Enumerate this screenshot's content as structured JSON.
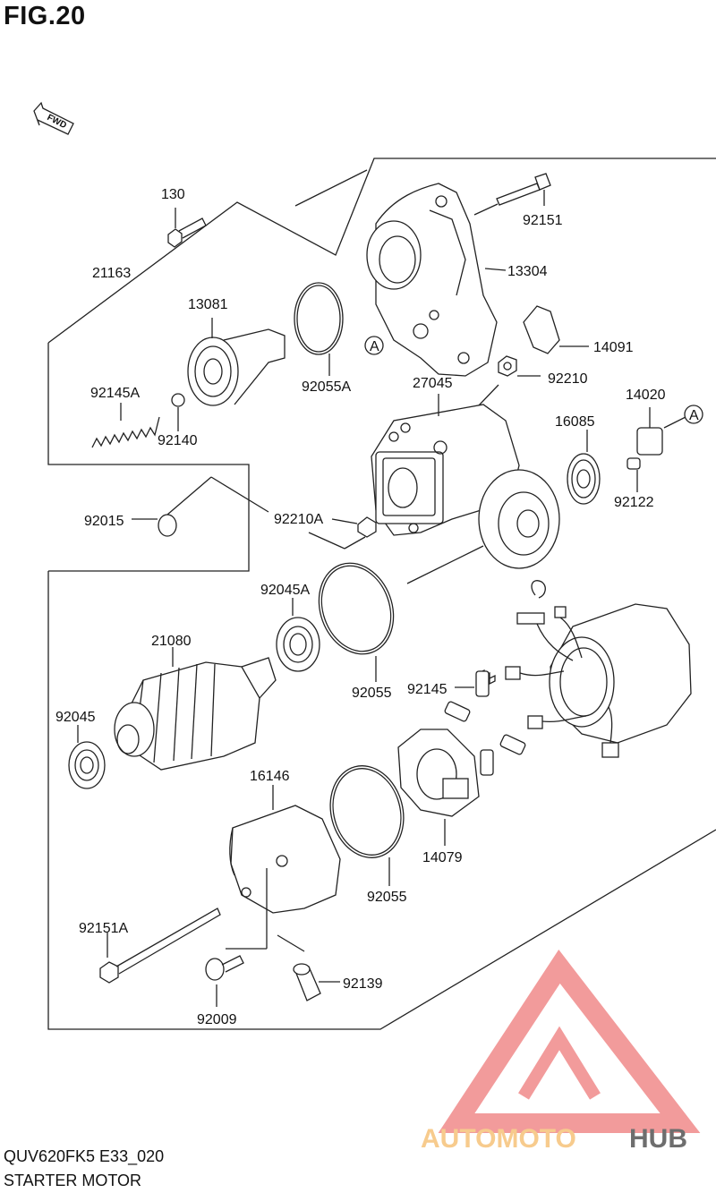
{
  "figure": {
    "title": "FIG.20",
    "model_code": "QUV620FK5 E33_020",
    "section_name": "STARTER MOTOR",
    "fwd_label": "FWD",
    "ref_marker": "A"
  },
  "parts": {
    "p130": "130",
    "p21163": "21163",
    "p13081": "13081",
    "p92145A": "92145A",
    "p92140": "92140",
    "p92055A": "92055A",
    "p92151": "92151",
    "p13304": "13304",
    "p14091": "14091",
    "p92210": "92210",
    "p27045": "27045",
    "p14020": "14020",
    "p16085": "16085",
    "p92122": "92122",
    "p92015": "92015",
    "p92210A": "92210A",
    "p92045A": "92045A",
    "p21080": "21080",
    "p92055_1": "92055",
    "p92145": "92145",
    "p92045": "92045",
    "p16146": "16146",
    "p92055_2": "92055",
    "p14079": "14079",
    "p92151A": "92151A",
    "p92139": "92139",
    "p92009": "92009"
  },
  "watermark": {
    "brand_part1": "AUTOMOTO",
    "brand_part2": "HUB",
    "color_primary": "#f08a8a",
    "color_secondary": "#f6c27a",
    "color_dark": "#555555"
  }
}
